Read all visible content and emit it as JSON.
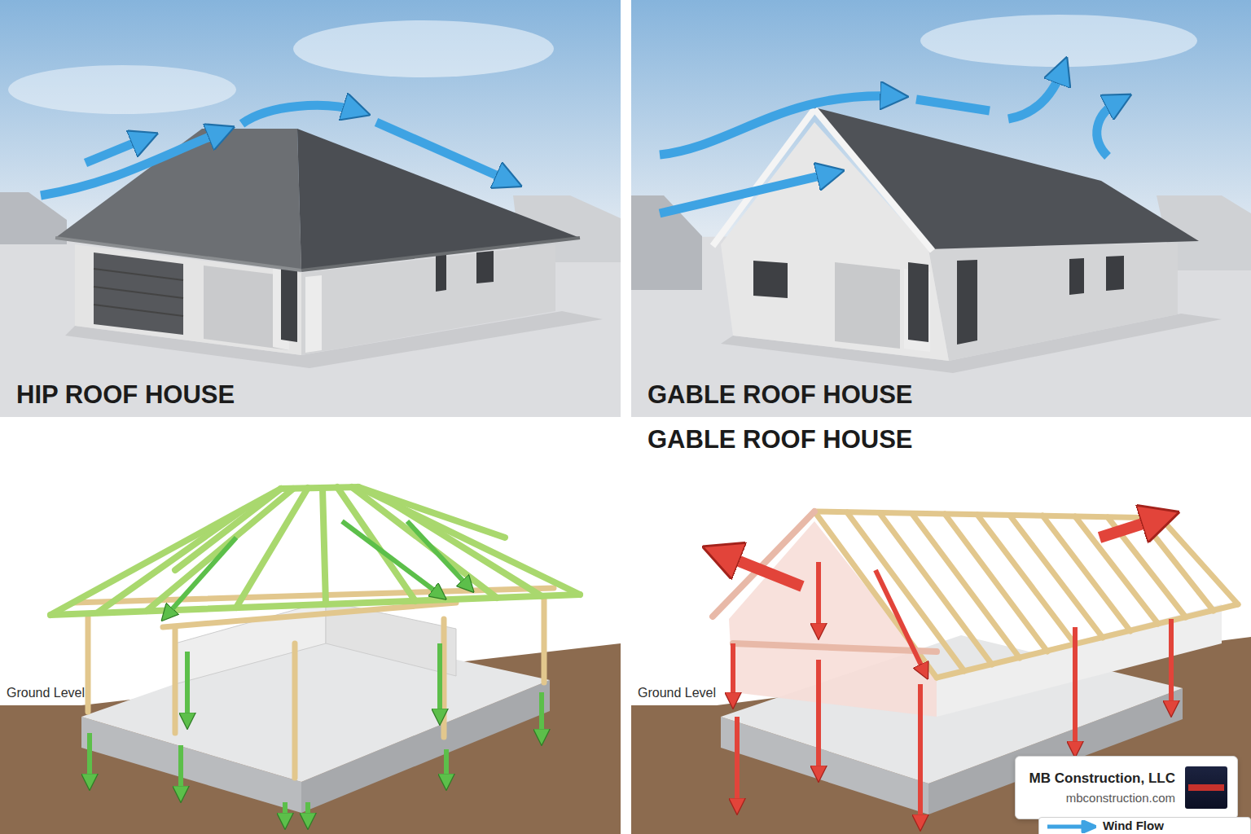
{
  "diagram": {
    "nodes": [
      {
        "text": [
          "MB Construction, LLC",
          "mbconstruction.com"
        ]
      }
    ],
    "labels": [
      "HIP ROOF HOUSE",
      "GABLE ROOF HOUSE",
      "GABLE ROOF HOUSE",
      "Ground Level",
      "Ground Level"
    ],
    "legend": [
      {
        "text": "Wind Flow"
      }
    ]
  }
}
